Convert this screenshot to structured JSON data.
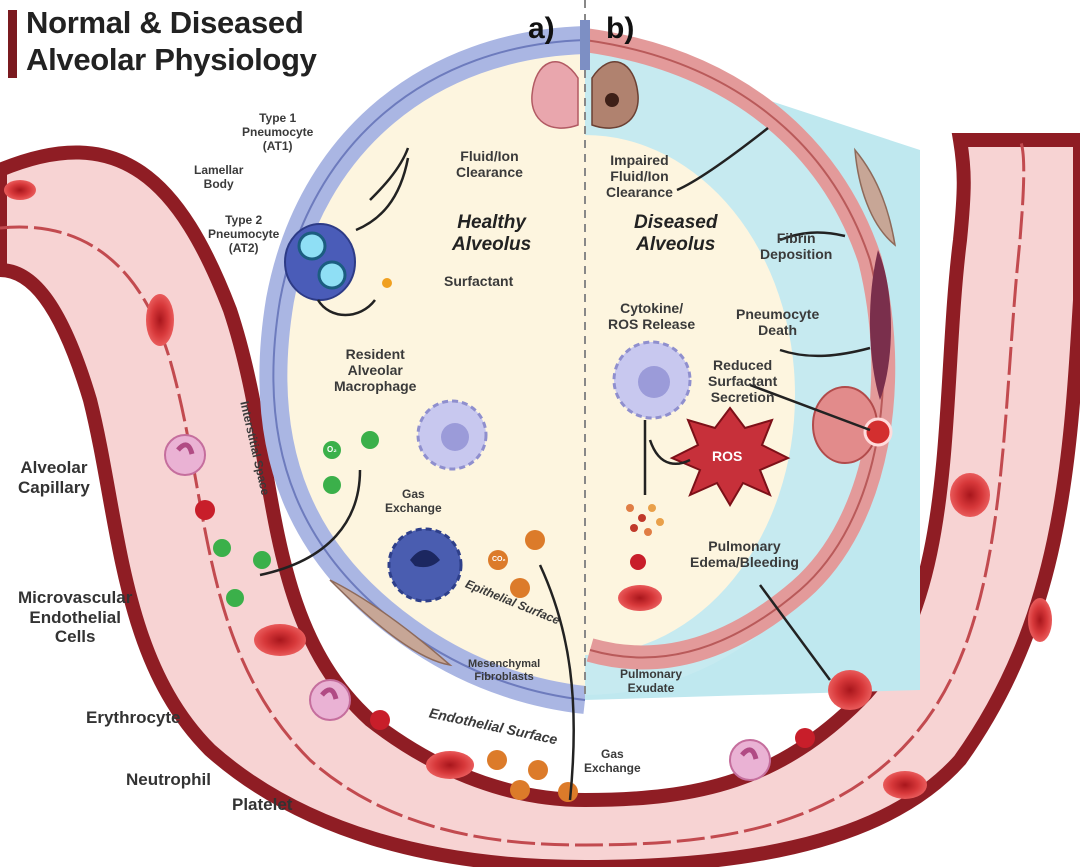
{
  "title": {
    "line1": "Normal & Diseased",
    "line2": "Alveolar Physiology"
  },
  "panels": {
    "a": "a)",
    "b": "b)"
  },
  "healthy": {
    "heading1": "Healthy",
    "heading2": "Alveolus",
    "type1_pneumocyte": [
      "Type 1",
      "Pneumocyte",
      "(AT1)"
    ],
    "lamellar_body": [
      "Lamellar",
      "Body"
    ],
    "type2_pneumocyte": [
      "Type 2",
      "Pneumocyte",
      "(AT2)"
    ],
    "fluid_ion_clearance": [
      "Fluid/Ion",
      "Clearance"
    ],
    "surfactant": "Surfactant",
    "resident_macrophage": [
      "Resident",
      "Alveolar",
      "Macrophage"
    ],
    "gas_exchange": [
      "Gas",
      "Exchange"
    ],
    "interstitial_space": "Interstitial Space",
    "epithelial_surface": "Epithelial Surface",
    "mesenchymal_fibroblasts": [
      "Mesenchymal",
      "Fibroblasts"
    ],
    "endothelial_surface": "Endothelial Surface",
    "gas_exchange_bottom": [
      "Gas",
      "Exchange"
    ]
  },
  "diseased": {
    "heading1": "Diseased",
    "heading2": "Alveolus",
    "impaired_clearance": [
      "Impaired",
      "Fluid/Ion",
      "Clearance"
    ],
    "fibrin_deposition": [
      "Fibrin",
      "Deposition"
    ],
    "cytokine_ros": [
      "Cytokine/",
      "ROS Release"
    ],
    "pneumocyte_death": [
      "Pneumocyte",
      "Death"
    ],
    "reduced_surfactant": [
      "Reduced",
      "Surfactant",
      "Secretion"
    ],
    "ros": "ROS",
    "pulmonary_edema": [
      "Pulmonary",
      "Edema/Bleeding"
    ],
    "pulmonary_exudate": [
      "Pulmonary",
      "Exudate"
    ]
  },
  "left_labels": {
    "alveolar_capillary": [
      "Alveolar",
      "Capillary"
    ],
    "microvascular": [
      "Microvascular",
      "Endothelial",
      "Cells"
    ],
    "erythrocyte": "Erythrocyte",
    "neutrophil": "Neutrophil",
    "platelet": "Platelet"
  },
  "molecules": {
    "o2": "O₂",
    "co2": "CO₂"
  },
  "colors": {
    "vessel_wall": "#8f1d24",
    "vessel_lumen": "#f7d3d3",
    "alveolus_fill": "#fdf5df",
    "epithelium": "#aab6e3",
    "edema": "#bfe8ef",
    "rbc": "#d23b3b"
  }
}
